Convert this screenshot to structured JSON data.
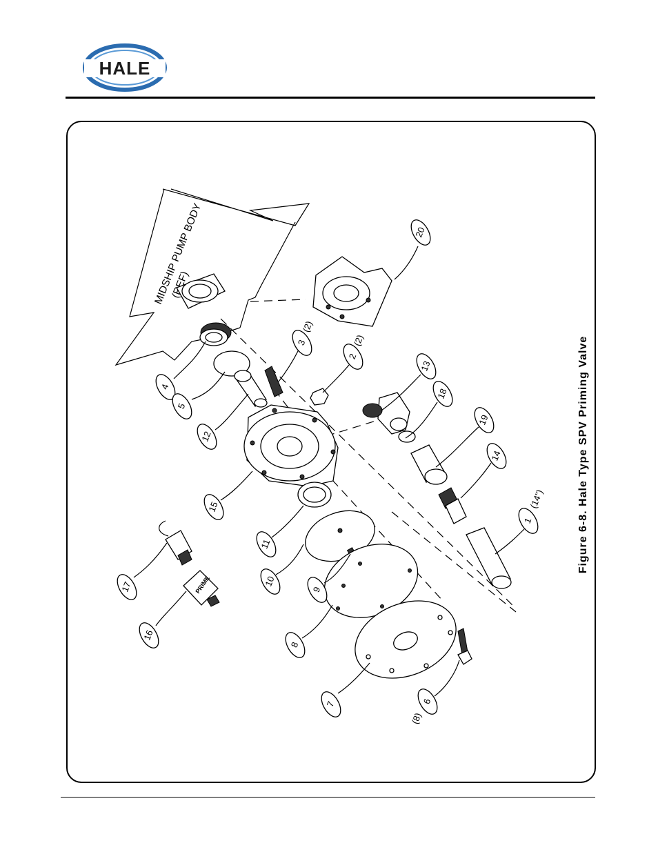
{
  "header": {
    "logo_text": "HALE",
    "brand_color": "#2b6cb0"
  },
  "figure": {
    "caption": "Figure 6-8. Hale Type SPV Priming Valve",
    "body_label_line1": "MIDSHIP PUMP BODY",
    "body_label_line2": "(REF)"
  },
  "callouts": [
    {
      "num": "1",
      "note": "(14\")"
    },
    {
      "num": "2",
      "note": "(2)"
    },
    {
      "num": "3",
      "note": "(2)"
    },
    {
      "num": "4",
      "note": ""
    },
    {
      "num": "5",
      "note": ""
    },
    {
      "num": "6",
      "note": "(8)"
    },
    {
      "num": "7",
      "note": ""
    },
    {
      "num": "8",
      "note": ""
    },
    {
      "num": "9",
      "note": ""
    },
    {
      "num": "10",
      "note": ""
    },
    {
      "num": "11",
      "note": ""
    },
    {
      "num": "12",
      "note": ""
    },
    {
      "num": "13",
      "note": ""
    },
    {
      "num": "14",
      "note": ""
    },
    {
      "num": "15",
      "note": ""
    },
    {
      "num": "16",
      "note": ""
    },
    {
      "num": "17",
      "note": ""
    },
    {
      "num": "18",
      "note": ""
    },
    {
      "num": "19",
      "note": ""
    },
    {
      "num": "20",
      "note": ""
    }
  ],
  "placard_text": "PRIME"
}
